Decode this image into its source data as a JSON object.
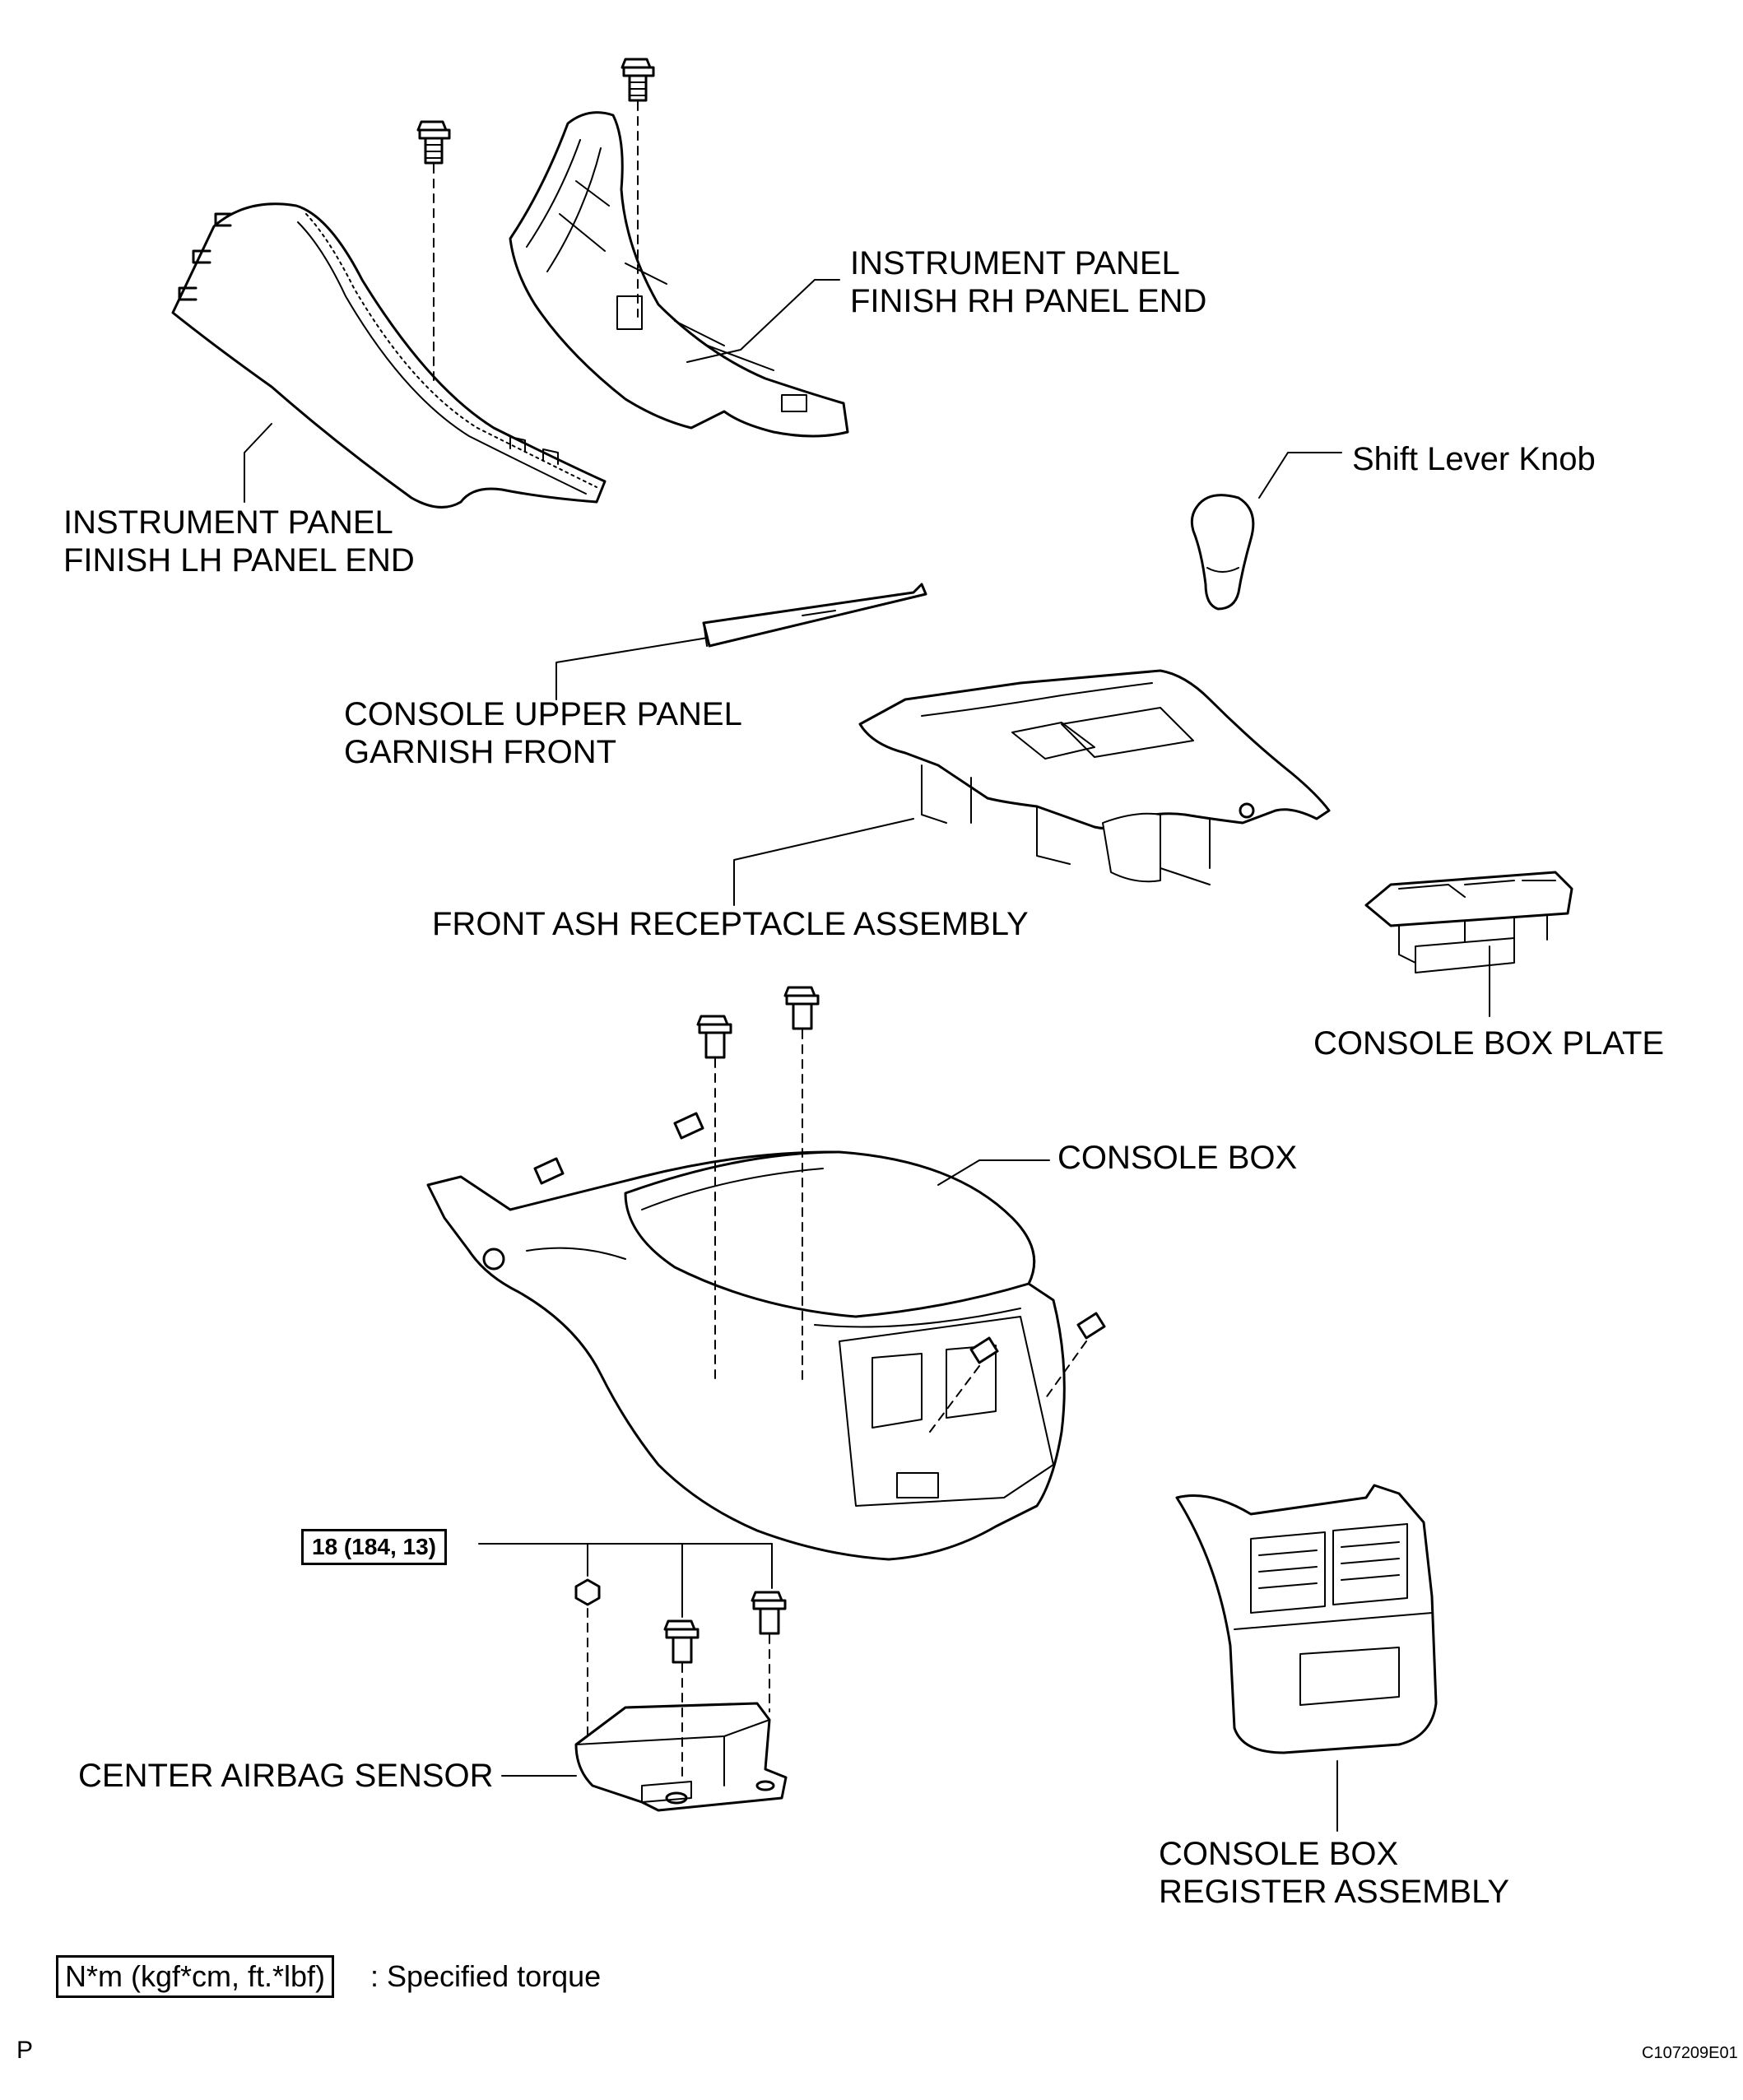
{
  "labels": {
    "ip_finish_rh": [
      "INSTRUMENT PANEL",
      "FINISH RH PANEL END"
    ],
    "ip_finish_lh": [
      "INSTRUMENT PANEL",
      "FINISH LH PANEL END"
    ],
    "shift_lever_knob": "Shift Lever Knob",
    "console_upper_garnish": [
      "CONSOLE UPPER PANEL",
      "GARNISH FRONT"
    ],
    "front_ash_receptacle": "FRONT ASH RECEPTACLE ASSEMBLY",
    "console_box_plate": "CONSOLE BOX PLATE",
    "console_box": "CONSOLE BOX",
    "center_airbag_sensor": "CENTER AIRBAG SENSOR",
    "console_box_register": [
      "CONSOLE BOX",
      "REGISTER ASSEMBLY"
    ]
  },
  "torque": "18 (184, 13)",
  "legend": {
    "box": "N*m (kgf*cm, ft.*lbf)",
    "text": ": Specified torque"
  },
  "corner_mark": "P",
  "figure_code": "C107209E01"
}
